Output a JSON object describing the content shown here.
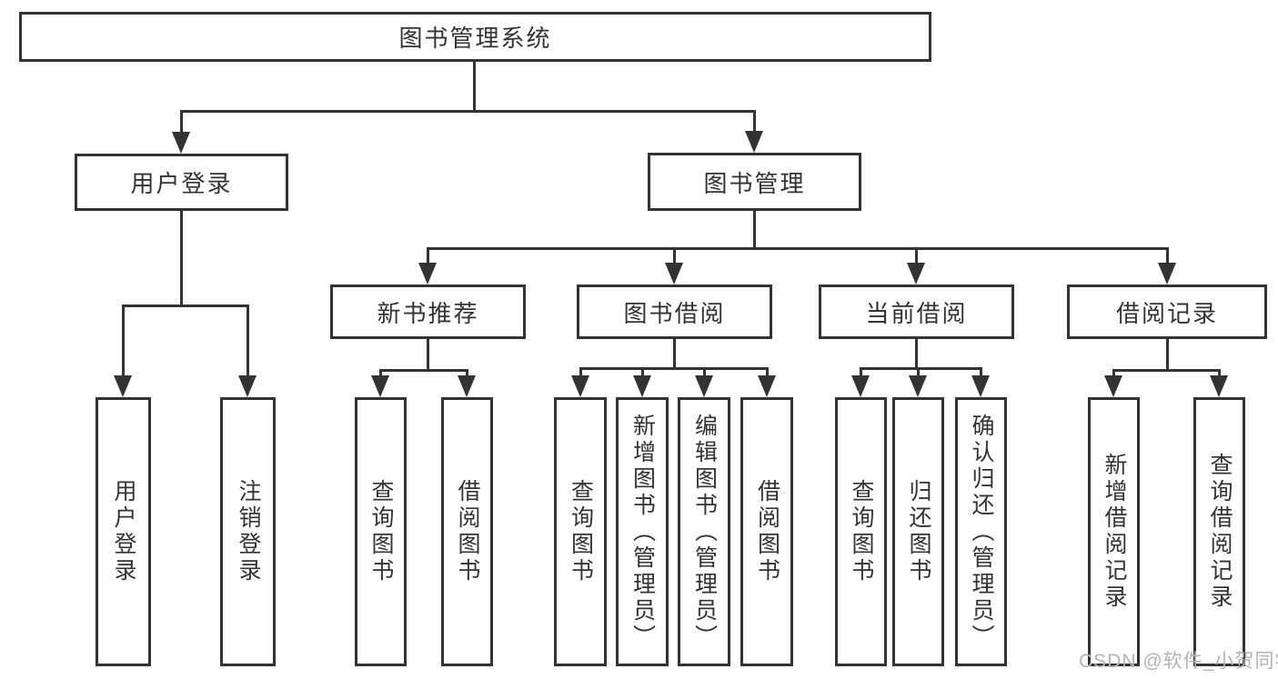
{
  "watermark": "CSDN @软件_小贺同学",
  "colors": {
    "line": "#333333",
    "text": "#333333",
    "box_background": "#ffffff",
    "watermark": "#b3b3b3"
  },
  "nodes": {
    "root": "图书管理系统",
    "user_login": "用户登录",
    "book_management": "图书管理",
    "login": "用户登录",
    "logout": "注销登录",
    "new_book_recommend": "新书推荐",
    "book_borrowing": "图书借阅",
    "current_borrowing": "当前借阅",
    "borrowing_records": "借阅记录",
    "nb_query_books": "查询图书",
    "nb_borrow_books": "借阅图书",
    "bb_query_books": "查询图书",
    "bb_add_books": "新增图书（管理员）",
    "bb_edit_books": "编辑图书（管理员）",
    "bb_borrow_books": "借阅图书",
    "cb_query_books": "查询图书",
    "cb_return_books": "归还图书",
    "cb_confirm_return": "确认归还（管理员）",
    "br_add_record": "新增借阅记录",
    "br_query_record": "查询借阅记录"
  },
  "edges": [
    "root->user_login",
    "root->book_management",
    "user_login->login",
    "user_login->logout",
    "book_management->new_book_recommend",
    "book_management->book_borrowing",
    "book_management->current_borrowing",
    "book_management->borrowing_records",
    "new_book_recommend->nb_query_books",
    "new_book_recommend->nb_borrow_books",
    "book_borrowing->bb_query_books",
    "book_borrowing->bb_add_books",
    "book_borrowing->bb_edit_books",
    "book_borrowing->bb_borrow_books",
    "current_borrowing->cb_query_books",
    "current_borrowing->cb_return_books",
    "current_borrowing->cb_confirm_return",
    "borrowing_records->br_add_record",
    "borrowing_records->br_query_record"
  ]
}
